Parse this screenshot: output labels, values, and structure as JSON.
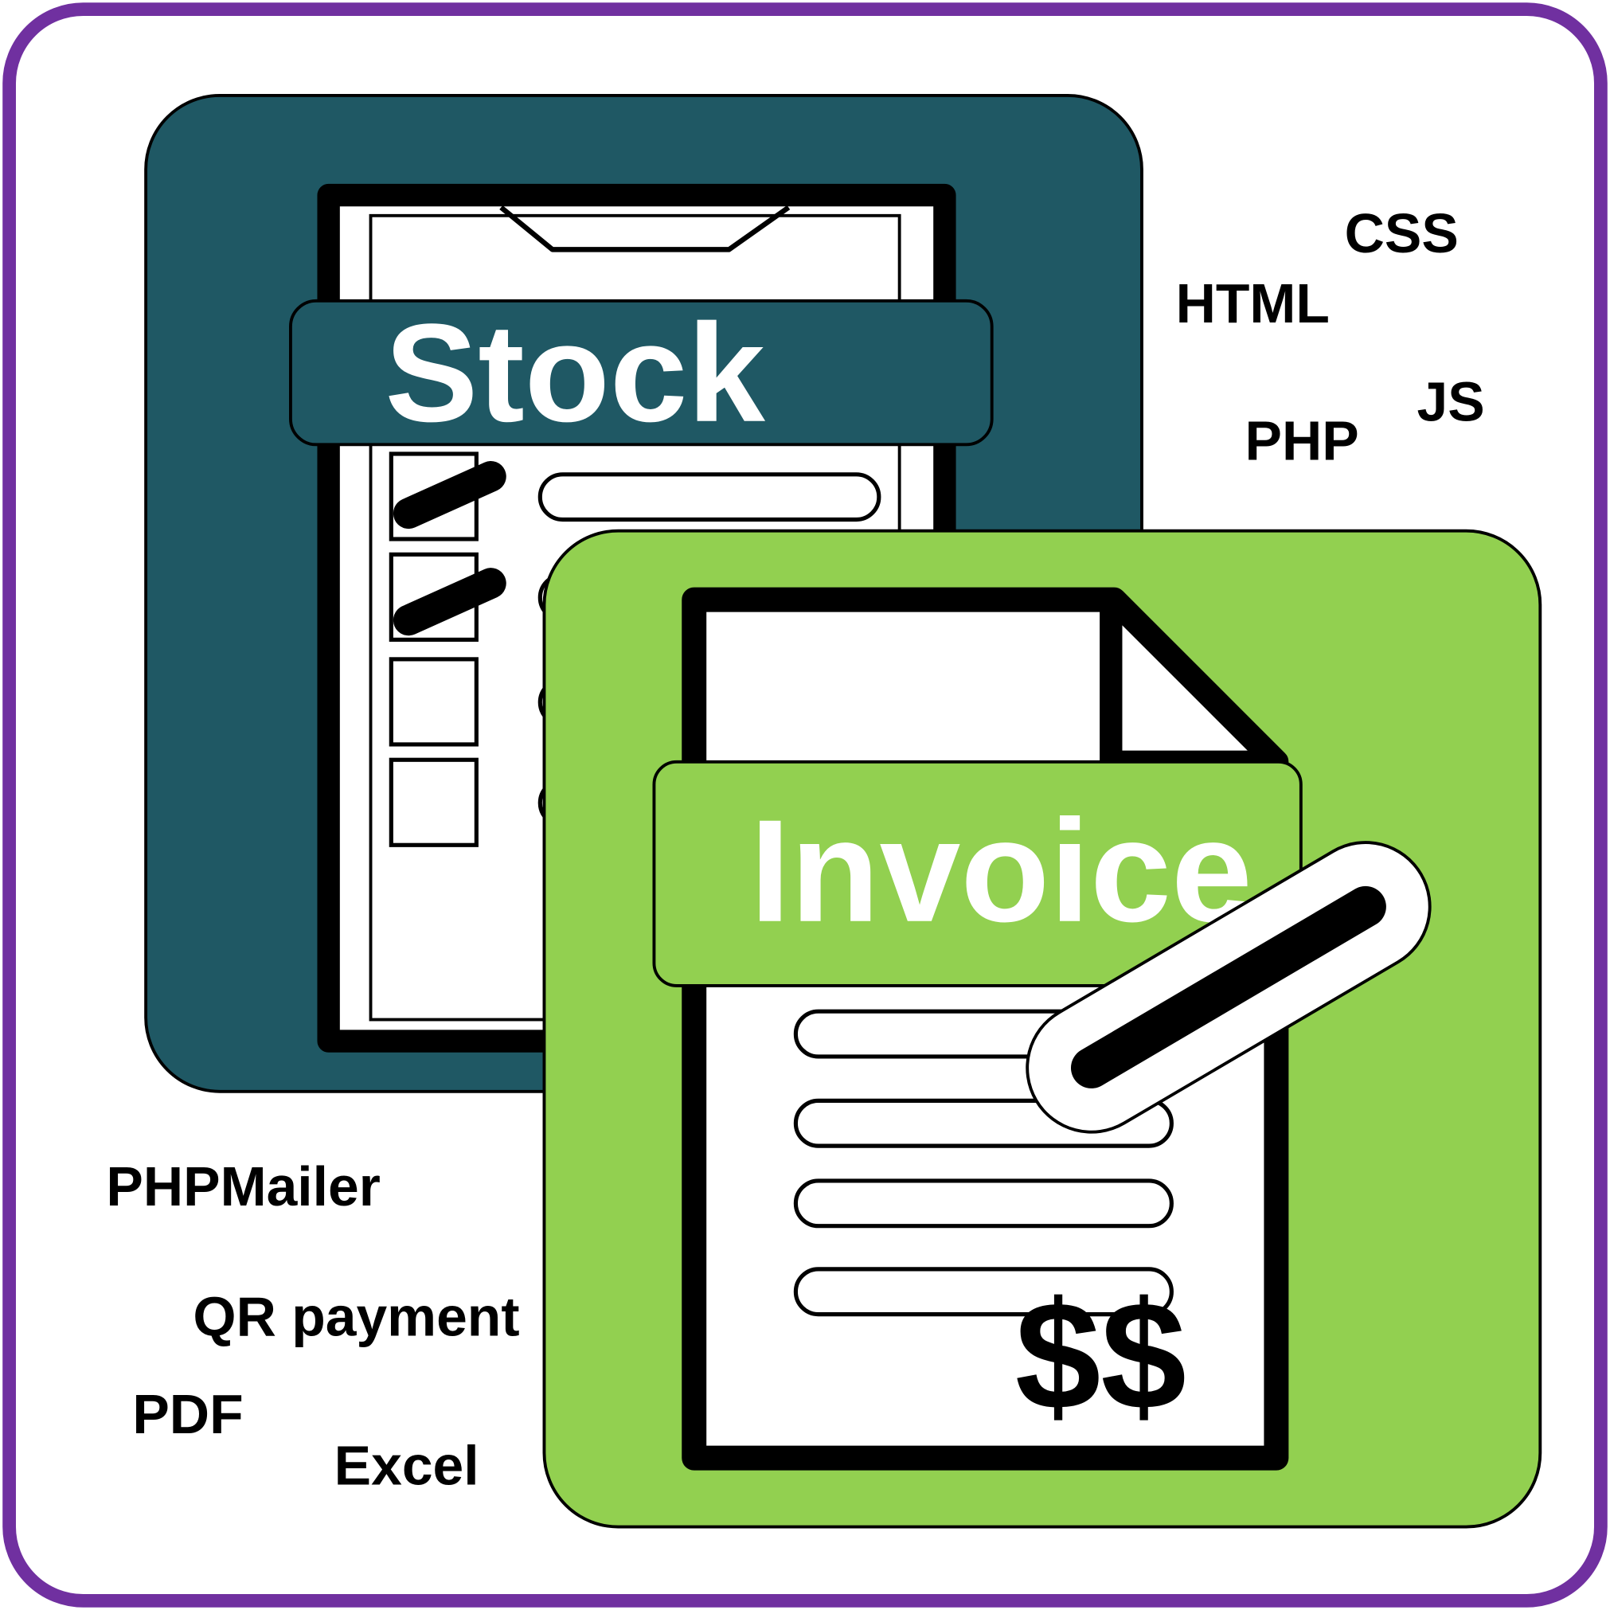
{
  "colors": {
    "frame": "#7030a0",
    "stock_card": "#1f5864",
    "invoice_card": "#92d050",
    "ink": "#000000",
    "paper": "#ffffff"
  },
  "stock": {
    "title": "Stock",
    "checkboxes": [
      true,
      true,
      false,
      false
    ]
  },
  "invoice": {
    "title": "Invoice",
    "currency_symbol": "$$"
  },
  "tech_tags": [
    "CSS",
    "HTML",
    "JS",
    "PHP"
  ],
  "feature_tags": [
    "PHPMailer",
    "QR payment",
    "PDF",
    "Excel"
  ],
  "icons": [
    "clipboard-icon",
    "checkbox-icon",
    "document-icon",
    "pen-icon"
  ]
}
